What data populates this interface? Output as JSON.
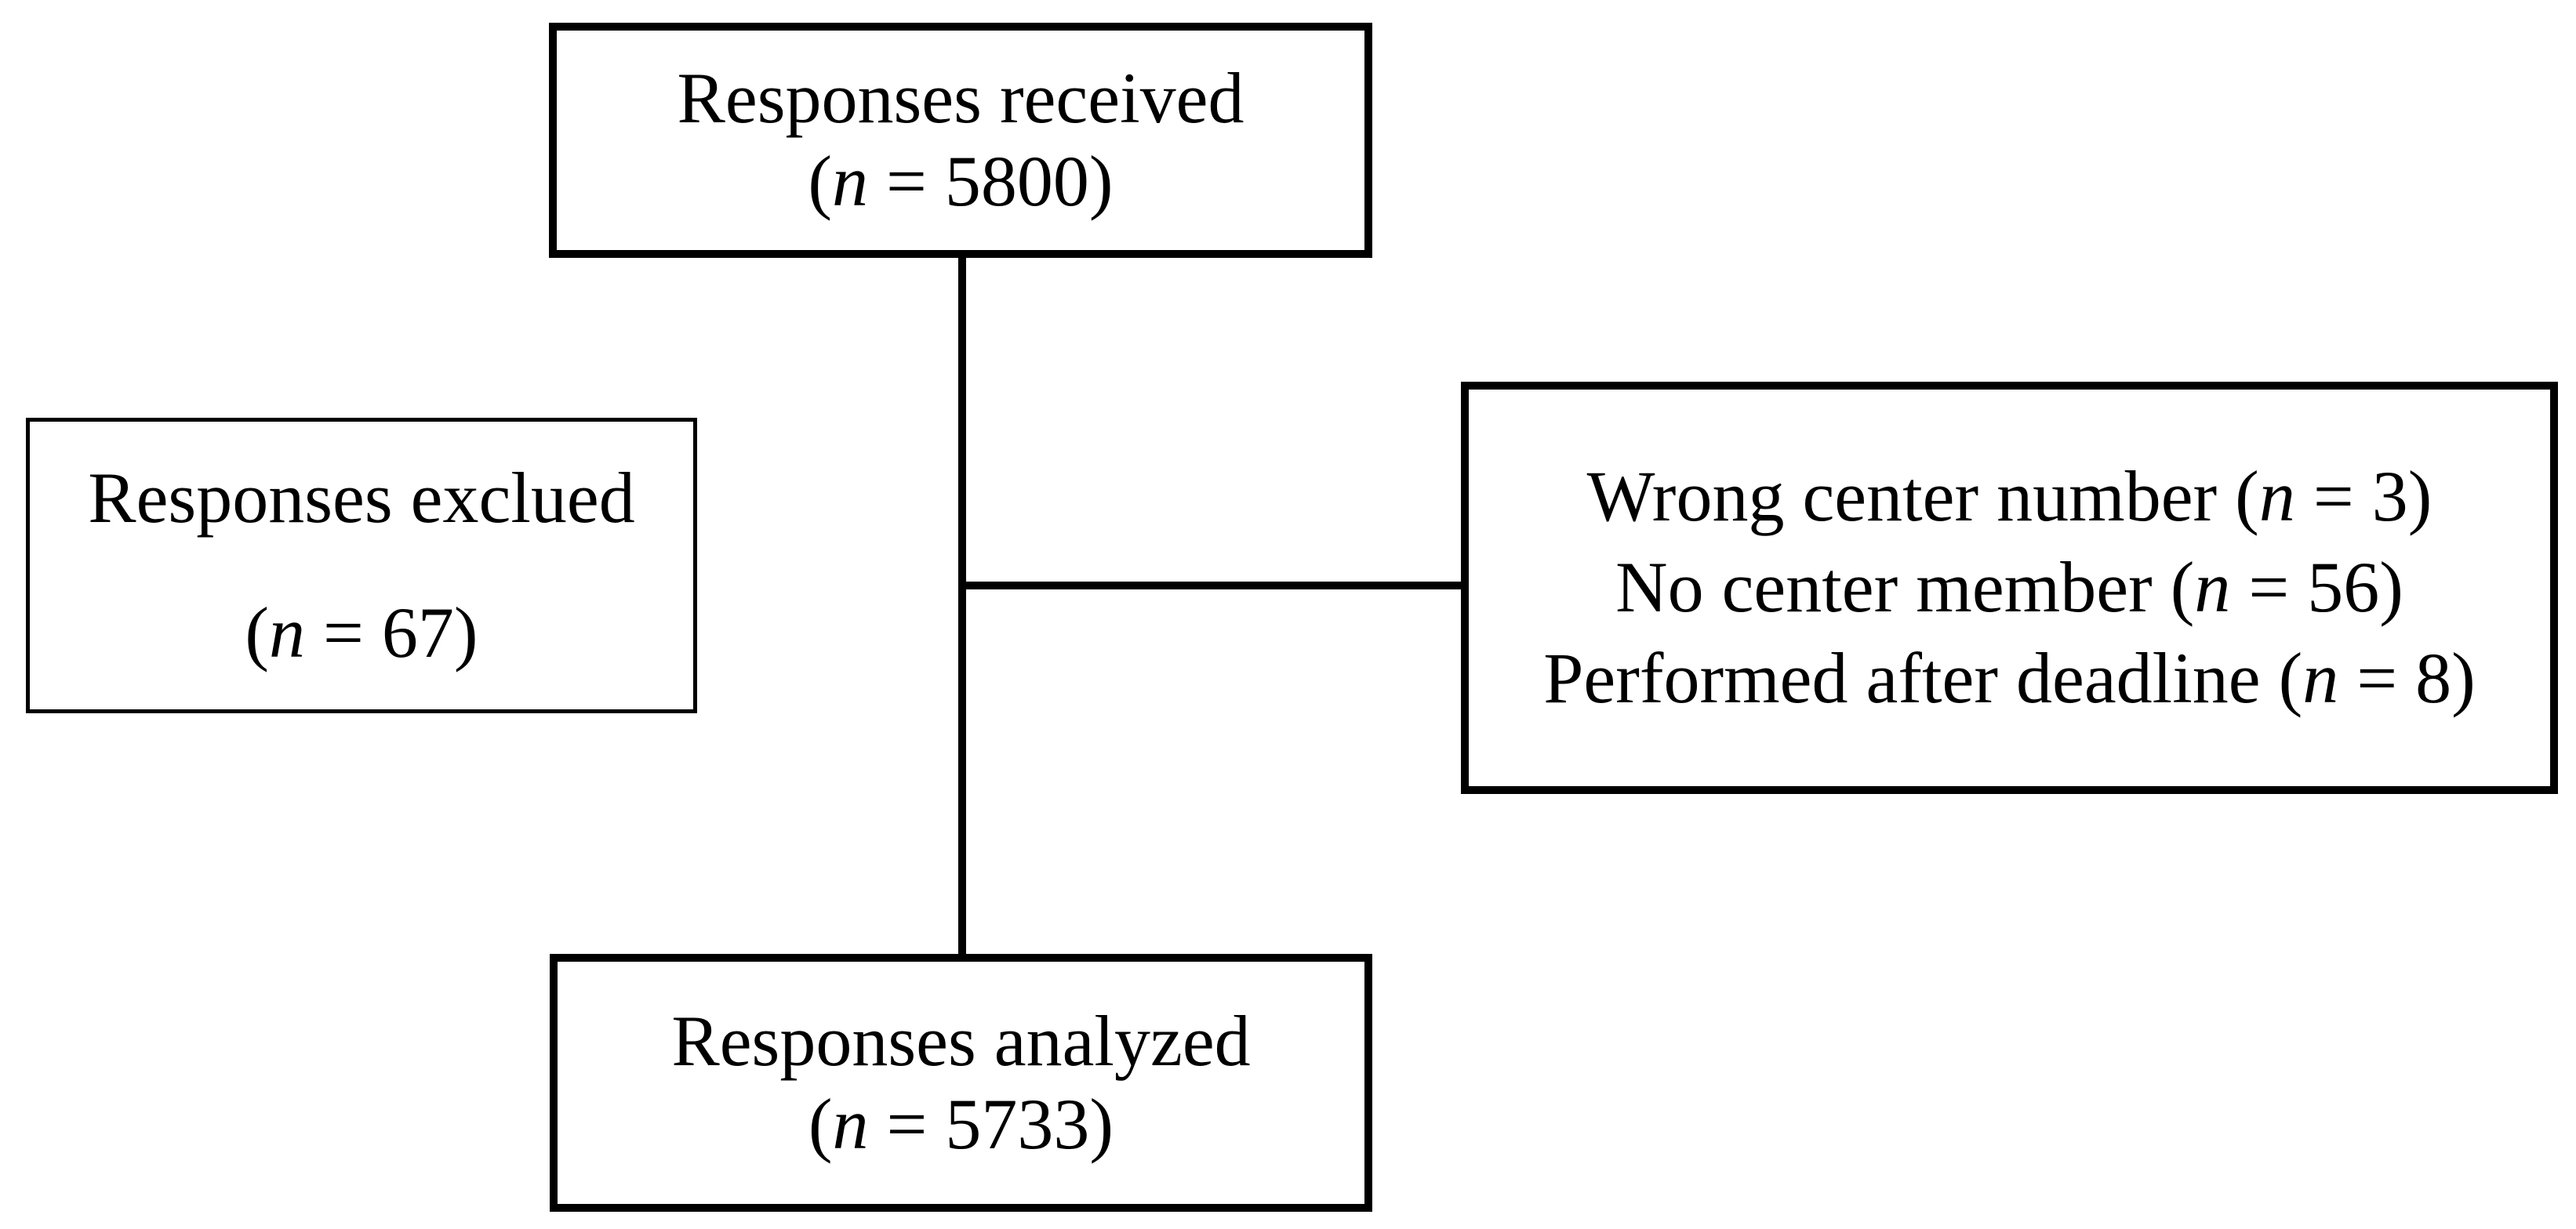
{
  "figure": {
    "type": "flow-diagram",
    "background_color": "#ffffff",
    "line_color": "#000000",
    "text_color": "#000000"
  },
  "boxes": {
    "received": {
      "line1": {
        "pre": "Responses received",
        "var": "",
        "post": ""
      },
      "line2": {
        "pre": "(",
        "var": "n",
        "post": " = 5800)"
      }
    },
    "excluded": {
      "line1": {
        "pre": "Responses exclued",
        "var": "",
        "post": ""
      },
      "line2": {
        "pre": "(",
        "var": "n",
        "post": " = 67)"
      }
    },
    "reasons": {
      "line1": {
        "pre": "Wrong center number (",
        "var": "n",
        "post": " = 3)"
      },
      "line2": {
        "pre": "No center member (",
        "var": "n",
        "post": " = 56)"
      },
      "line3": {
        "pre": "Performed after deadline (",
        "var": "n",
        "post": " = 8)"
      }
    },
    "analyzed": {
      "line1": {
        "pre": "Responses analyzed",
        "var": "",
        "post": ""
      },
      "line2": {
        "pre": "(",
        "var": "n",
        "post": " = 5733)"
      }
    }
  }
}
